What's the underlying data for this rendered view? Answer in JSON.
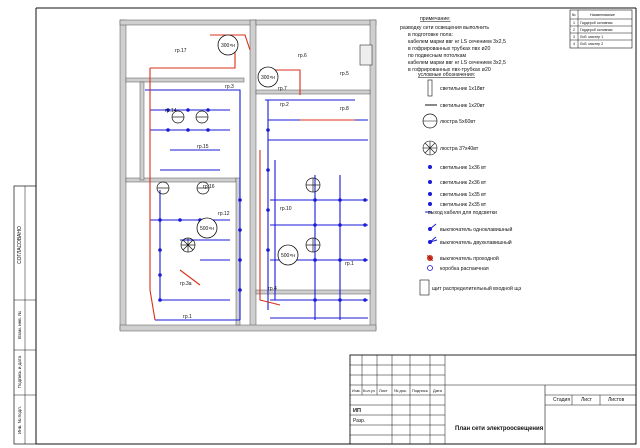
{
  "notes": {
    "title": "примечание:",
    "lines": [
      "разводку сети освещения выполнить",
      "в подготовке пола:",
      "кабелем марки ввг нг LS сечением 3х2,5",
      "в гофрированных трубках пвх ø20",
      "по подвесным потолкам",
      "кабелем марки ввг нг LS сечением 3х2,5",
      "в гофрированных пвх-трубках ø20"
    ]
  },
  "legend": {
    "title": "условные обозначения:",
    "items": [
      {
        "label": "светильник 1х18вт",
        "icon": "fluorescent-lamp-icon"
      },
      {
        "label": "светильник 1х20вт",
        "icon": "small-lamp-icon"
      },
      {
        "label": "люстра 5х60вт",
        "icon": "chandelier-icon"
      },
      {
        "label": "люстра 3?х40вт",
        "icon": "chandelier-star-icon"
      },
      {
        "label": "светильник 1х36 вт",
        "icon": "dot-lamp-icon"
      },
      {
        "label": "светильник 2х36 вт",
        "icon": "dot-lamp-icon"
      },
      {
        "label": "светильник 1х35 вт",
        "icon": "dot-lamp-icon"
      },
      {
        "label": "светильник 2х35 вт",
        "icon": "dot-lamp-icon"
      },
      {
        "label": "выход кабеля для подсветки",
        "icon": "cable-out-icon"
      },
      {
        "label": "выключатель одноклавишный",
        "icon": "switch-single-icon"
      },
      {
        "label": "выключатель двухклавишный",
        "icon": "switch-double-icon"
      },
      {
        "label": "выключатель проходной",
        "icon": "switch-pass-icon"
      },
      {
        "label": "коробка распаечная",
        "icon": "junction-box-icon"
      },
      {
        "label": "щит распределительный входной щэ",
        "icon": "panel-icon"
      }
    ]
  },
  "table": {
    "header": [
      "№",
      "Наименование"
    ],
    "rows": [
      [
        "1",
        "Гардероб основная"
      ],
      [
        "2",
        "Гардероб основная"
      ],
      [
        "3",
        "Лоб. мастер 1"
      ],
      [
        "4",
        "Лоб. мастер 2"
      ]
    ]
  },
  "stamp": {
    "side": [
      "СОГЛАСОВАНО",
      "Взам. инв. №",
      "Подпись и дата",
      "Инв. № подл."
    ],
    "cols": [
      "Изм.",
      "Кол.уч",
      "Лист",
      "№ док.",
      "Подпись",
      "Дата"
    ],
    "role_ip": "ИП",
    "role_razr": "Разр.",
    "title": "План сети электроосвещения",
    "info": [
      "Стадия",
      "Лист",
      "Листов"
    ]
  },
  "plan": {
    "lamps_large": [
      "300×н",
      "300×н",
      "500×н",
      "500×н"
    ],
    "groups": [
      "гр.17",
      "гр.6",
      "гр.5",
      "гр.3",
      "гр.7",
      "гр.8",
      "гр.2",
      "гр.14",
      "гр.15",
      "гр.16",
      "гр.12",
      "гр.10",
      "гр.1",
      "гр.4",
      "гр.3а",
      "гр.1"
    ]
  },
  "colors": {
    "wire_blue": "#1a1ad8",
    "wire_red": "#d8301a",
    "line": "#111111"
  }
}
